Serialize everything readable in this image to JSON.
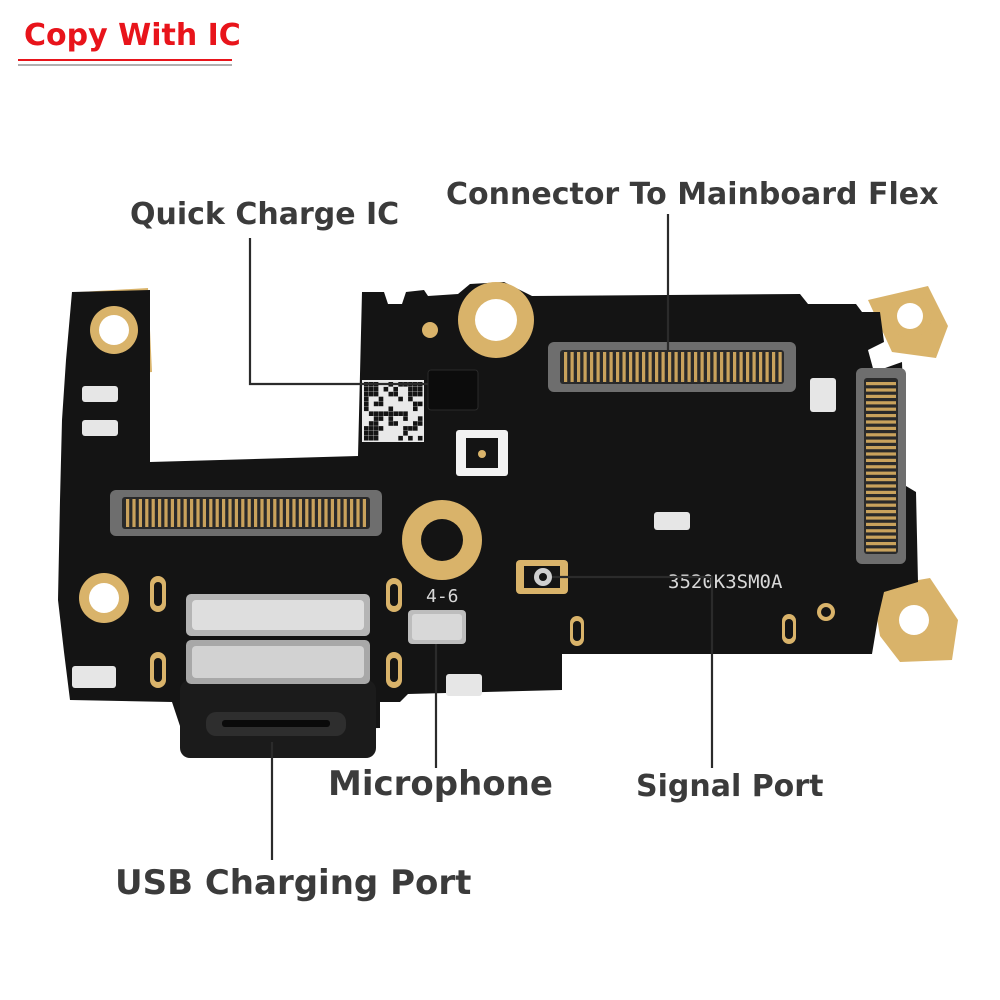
{
  "badge": {
    "text": "Copy With IC",
    "color": "#e8141b"
  },
  "labels": {
    "connector": "Connector To Mainboard Flex",
    "quick_charge": "Quick Charge IC",
    "microphone": "Microphone",
    "signal_port": "Signal Port",
    "usb_port": "USB Charging Port"
  },
  "board": {
    "silkscreen_top": "3520K3SM0A",
    "silkscreen_small": "4-6",
    "pcb_color": "#141414",
    "pad_color": "#d9b36a",
    "label_color": "#3b3b3b"
  }
}
